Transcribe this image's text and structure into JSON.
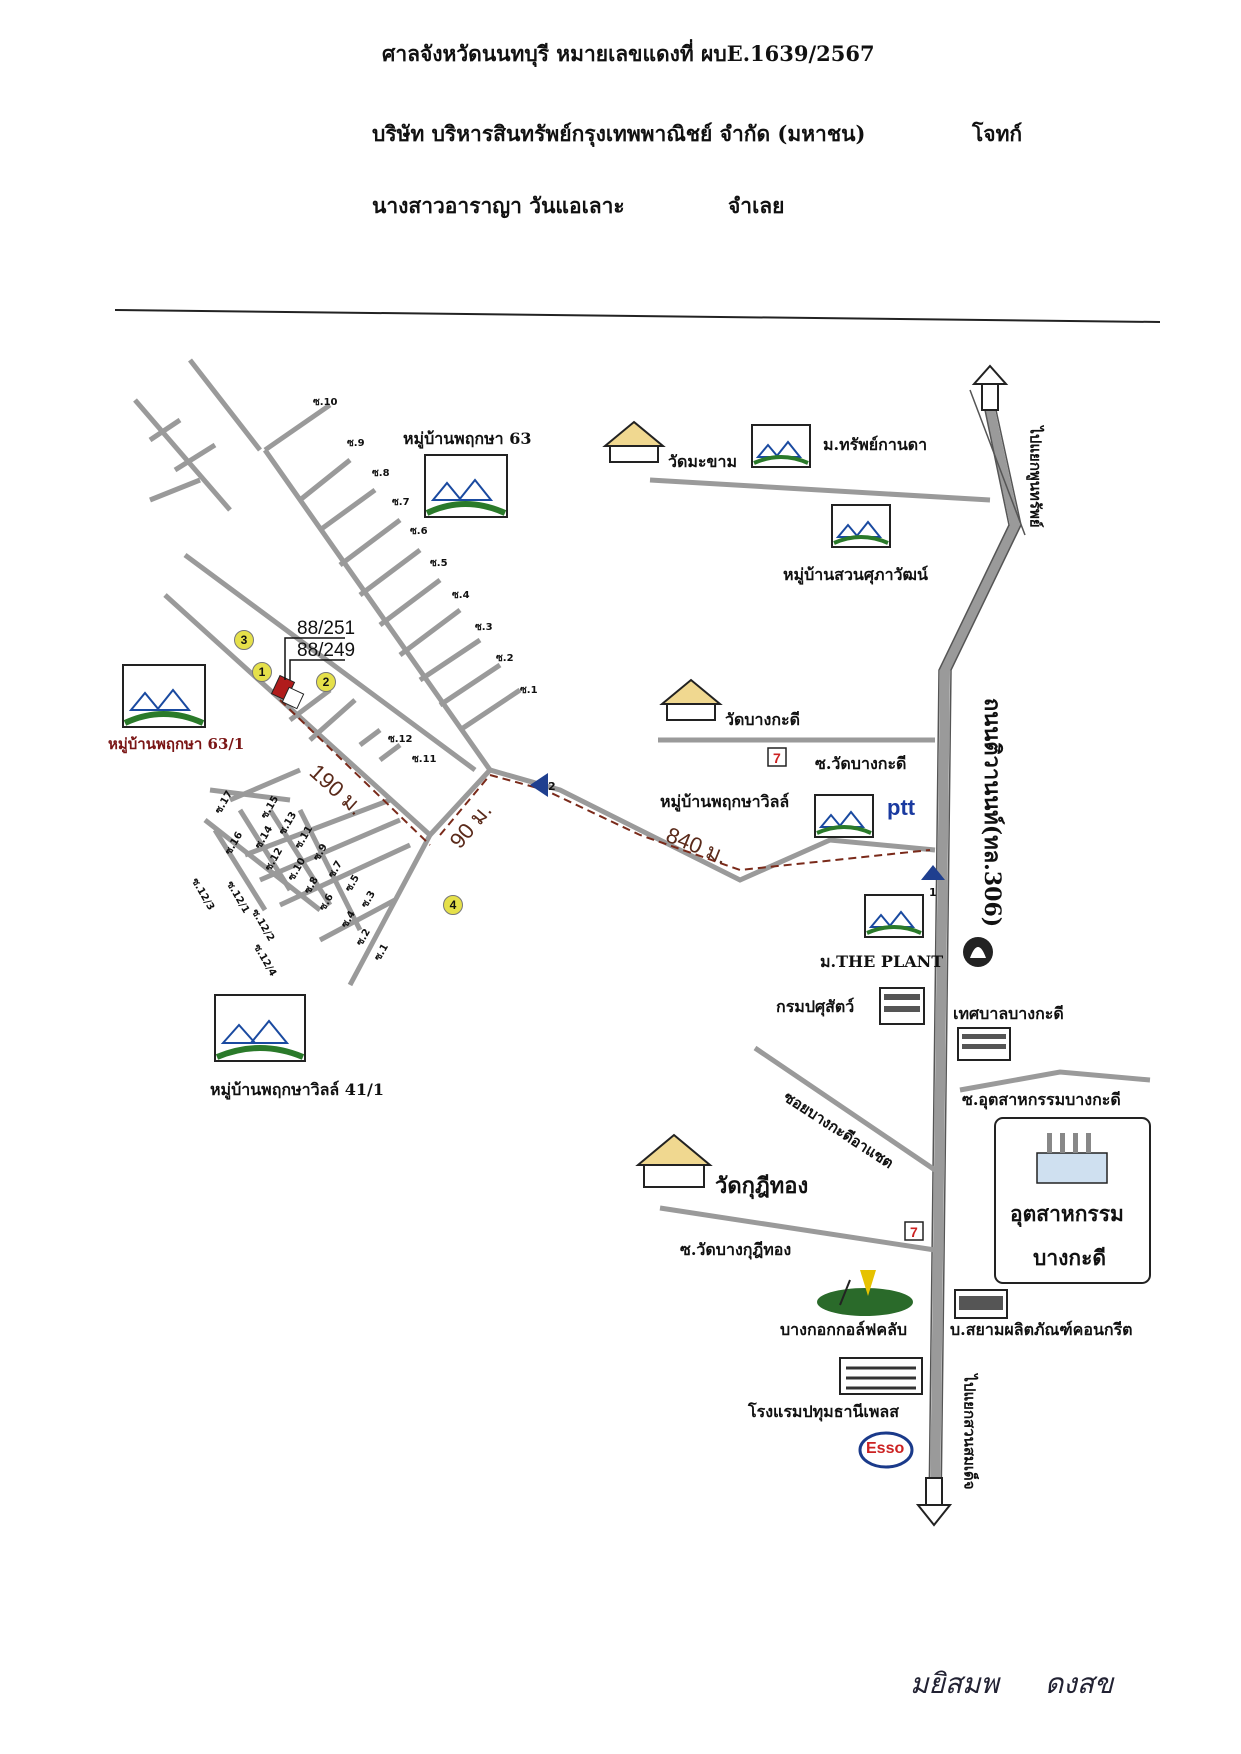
{
  "header": {
    "line1": "ศาลจังหวัดนนทบุรี  หมายเลขแดงที่ ผบE.1639/2567",
    "plaintiff": "บริษัท บริหารสินทรัพย์กรุงเทพพาณิชย์ จำกัด (มหาชน)",
    "plaintiff_role": "โจทก์",
    "defendant": "นางสาวอาราญา   วันแอเลาะ",
    "defendant_role": "จำเลย"
  },
  "map": {
    "plots": [
      "88/251",
      "88/249"
    ],
    "badges": [
      "1",
      "2",
      "3",
      "4"
    ],
    "road_markers": [
      "1",
      "2"
    ],
    "distances": [
      "190 ม.",
      "90 ม.",
      "840 ม."
    ],
    "road_main": "ถนนติวานนท์(ทล.306)",
    "direction_north": "ไปแยกพูนทรัพย์",
    "direction_south": "ไปแยกสวนสมเด็จ",
    "villages": {
      "v63": "หมู่บ้านพฤกษา 63",
      "v63_1": "หมู่บ้านพฤกษา 63/1",
      "v41_1": "หมู่บ้านพฤกษาวิลล์ 41/1",
      "ville": "หมู่บ้านพฤกษาวิลล์",
      "suan": "หมู่บ้านสวนศุภาวัฒน์",
      "sap": "ม.ทรัพย์กานดา",
      "plant": "ม.THE PLANT"
    },
    "landmarks": {
      "wat_makham": "วัดมะขาม",
      "wat_bangkadi": "วัดบางกะดี",
      "soi_wat_bangkadi": "ซ.วัดบางกะดี",
      "ptt": "ptt",
      "livestock": "กรมปศุสัตว์",
      "municipality": "เทศบาลบางกะดี",
      "soi_industry": "ซ.อุตสาหกรรมบางกะดี",
      "industry": "อุตสาหกรรม",
      "industry2": "บางกะดี",
      "soi_bangkadi_ex": "ซอยบางกะดีอาแซต",
      "wat_kutthong": "วัดกุฎีทอง",
      "soi_wat_kutthong": "ซ.วัดบางกุฎีทอง",
      "golf": "บางกอกกอล์ฟคลับ",
      "concrete": "บ.สยามผลิตภัณฑ์คอนกรีต",
      "hotel": "โรงแรมปทุมธานีเพลส",
      "esso": "Esso"
    },
    "sois_a": [
      "ซ.10",
      "ซ.9",
      "ซ.8",
      "ซ.7",
      "ซ.6",
      "ซ.5",
      "ซ.4",
      "ซ.3",
      "ซ.2",
      "ซ.1",
      "ซ.12",
      "ซ.11"
    ],
    "sois_b": [
      "ซ.17",
      "ซ.15",
      "ซ.16",
      "ซ.14",
      "ซ.13",
      "ซ.12",
      "ซ.11",
      "ซ.10",
      "ซ.9",
      "ซ.8",
      "ซ.7",
      "ซ.6",
      "ซ.5",
      "ซ.4",
      "ซ.3",
      "ซ.2",
      "ซ.1",
      "ซ.12/1",
      "ซ.12/2",
      "ซ.12/3",
      "ซ.12/4"
    ]
  },
  "signatures": [
    "มยิสมพ",
    "ดงสข"
  ],
  "colors": {
    "road": "#9a9a9a",
    "route": "#7a2a1a",
    "marker": "#1f3f8f",
    "plot": "#b01c1c",
    "badge": "#e5e04a"
  }
}
